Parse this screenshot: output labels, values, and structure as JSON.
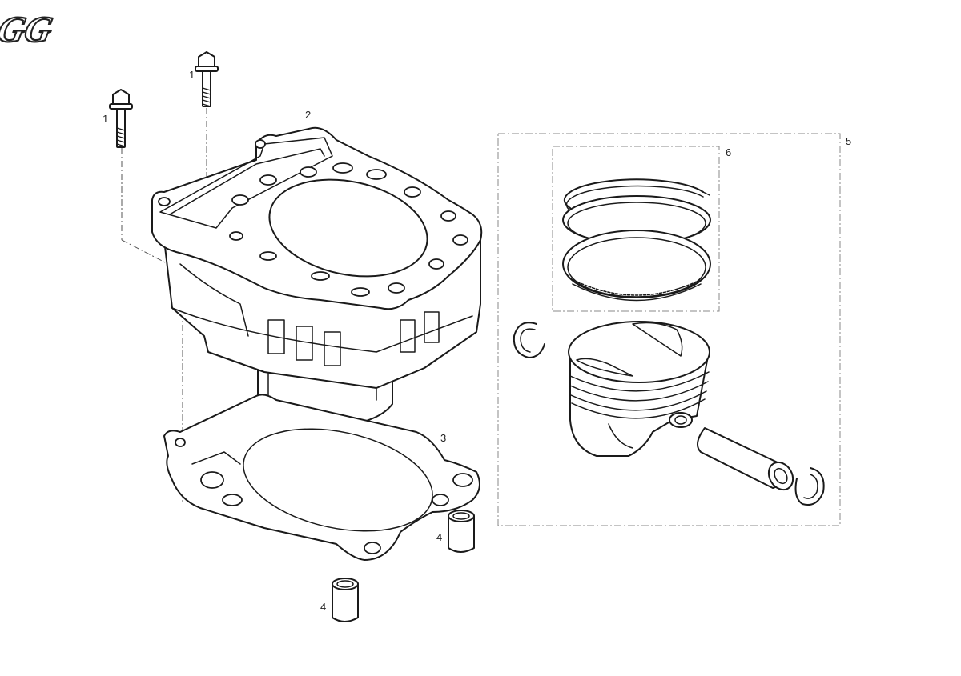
{
  "logo": {
    "text": "GG"
  },
  "callouts": {
    "bolt_left": "1",
    "bolt_right": "1",
    "cylinder": "2",
    "gasket": "3",
    "dowel_right": "4",
    "dowel_bottom": "4",
    "piston_kit": "5",
    "ring_set": "6"
  }
}
